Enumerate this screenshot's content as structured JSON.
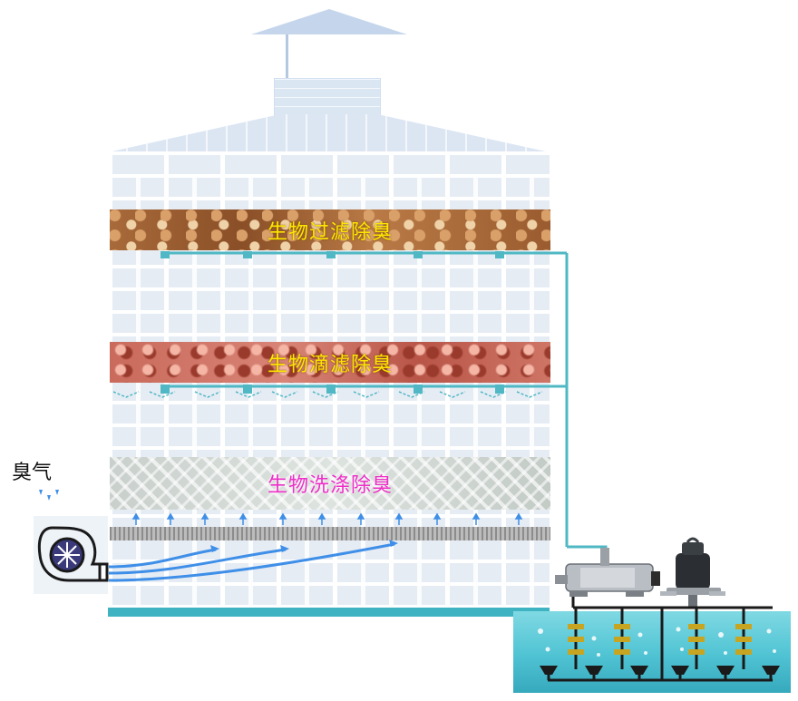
{
  "diagram": {
    "layers": [
      {
        "id": "bio-filtration",
        "label": "生物过滤除臭",
        "label_color": "#ffe600"
      },
      {
        "id": "bio-trickling",
        "label": "生物滴滤除臭",
        "label_color": "#ffe600"
      },
      {
        "id": "bio-scrubbing",
        "label": "生物洗涤除臭",
        "label_color": "#ee2ec8"
      }
    ],
    "inlet_label": "臭气",
    "colors": {
      "pipe": "#4fb8c4",
      "airflow": "#3f8fe8",
      "water": "#4fc3d3",
      "diffuser": "#1a1a1a",
      "coupling": "#c8a521"
    },
    "icons": [
      "fan-icon",
      "pump-icon",
      "aerator-icon",
      "odor-droplets-icon"
    ]
  }
}
